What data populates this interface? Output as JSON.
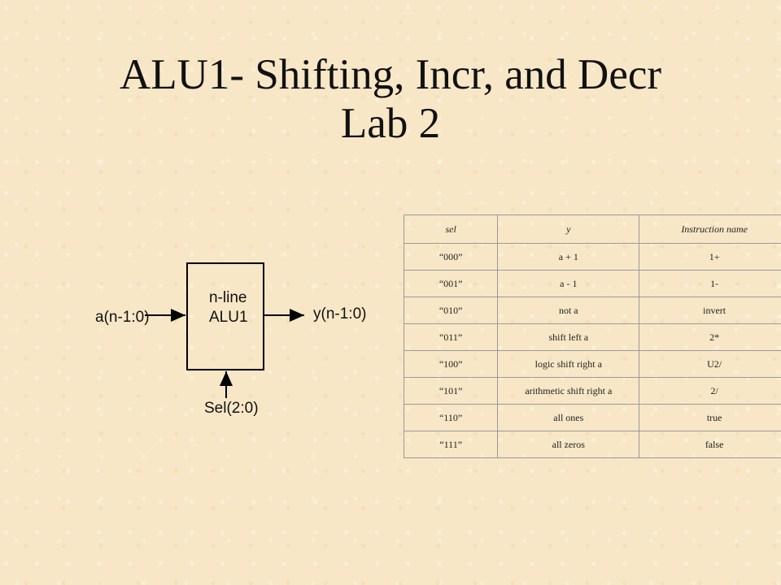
{
  "slide": {
    "title_line1": "ALU1- Shifting, Incr, and Decr",
    "title_line2": "Lab 2"
  },
  "diagram": {
    "block_line1": "n-line",
    "block_line2": "ALU1",
    "input_label": "a(n-1:0)",
    "output_label": "y(n-1:0)",
    "select_label": "Sel(2:0)"
  },
  "table": {
    "headers": [
      "sel",
      "y",
      "Instruction name"
    ],
    "rows": [
      [
        "“000”",
        "a + 1",
        "1+"
      ],
      [
        "“001”",
        "a - 1",
        "1-"
      ],
      [
        "“010”",
        "not a",
        "invert"
      ],
      [
        "“011”",
        "shift left a",
        "2*"
      ],
      [
        "“100”",
        "logic shift right a",
        "U2/"
      ],
      [
        "“101”",
        "arithmetic shift right a",
        "2/"
      ],
      [
        "“110”",
        "all ones",
        "true"
      ],
      [
        "“111”",
        "all zeros",
        "false"
      ]
    ]
  }
}
